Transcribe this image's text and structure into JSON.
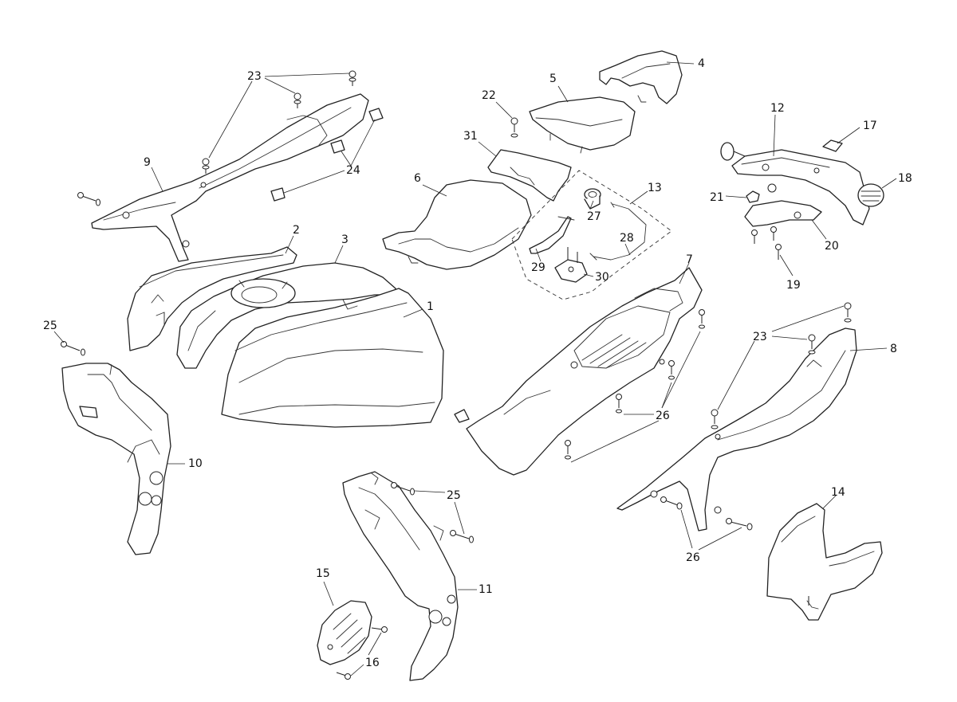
{
  "diagram": {
    "labels": {
      "p1": "1",
      "p2": "2",
      "p3": "3",
      "p4": "4",
      "p5": "5",
      "p6": "6",
      "p7": "7",
      "p8": "8",
      "p9": "9",
      "p10": "10",
      "p11": "11",
      "p12": "12",
      "p13": "13",
      "p14": "14",
      "p15": "15",
      "p16": "16",
      "p17": "17",
      "p18": "18",
      "p19": "19",
      "p20": "20",
      "p21": "21",
      "p22": "22",
      "p23a": "23",
      "p23b": "23",
      "p24": "24",
      "p25a": "25",
      "p25b": "25",
      "p26a": "26",
      "p26b": "26",
      "p27": "27",
      "p28": "28",
      "p29": "29",
      "p30": "30",
      "p31": "31"
    }
  }
}
